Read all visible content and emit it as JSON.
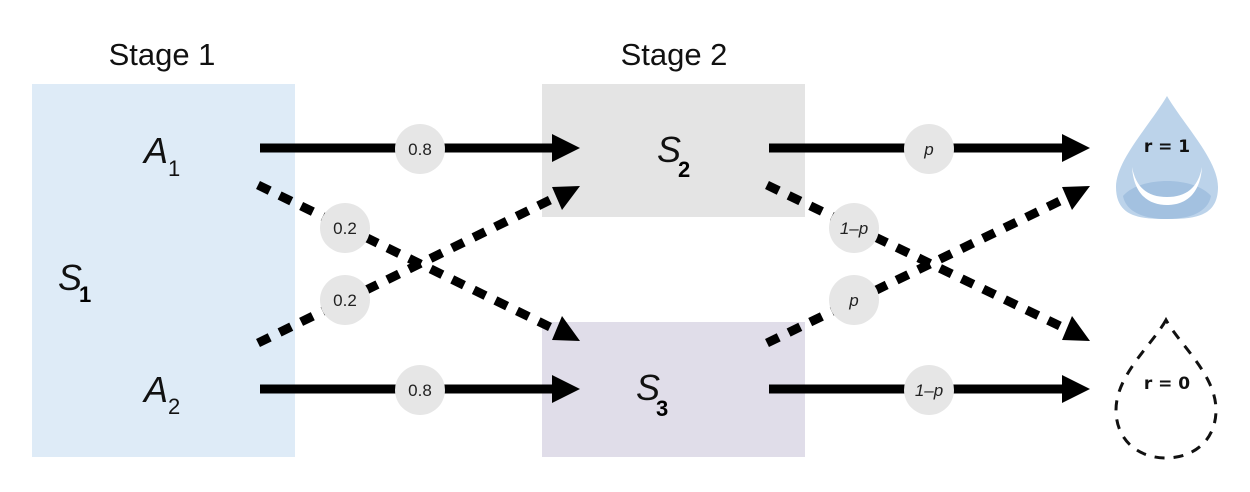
{
  "stages": [
    {
      "title": "Stage 1"
    },
    {
      "title": "Stage 2"
    }
  ],
  "states": {
    "s1": {
      "letter": "S",
      "sub": "1",
      "color": "#deebf7"
    },
    "s2": {
      "letter": "S",
      "sub": "2",
      "color": "#e4e4e4"
    },
    "s3": {
      "letter": "S",
      "sub": "3",
      "color": "#e0dde9"
    }
  },
  "actions": {
    "a1": {
      "letter": "A",
      "sub": "1"
    },
    "a2": {
      "letter": "A",
      "sub": "2"
    }
  },
  "transitions": {
    "a1_to_s2": "0.8",
    "a1_to_s3": "0.2",
    "a2_to_s2": "0.2",
    "a2_to_s3": "0.8",
    "s2_to_r1": "p",
    "s2_to_r0": "1–p",
    "s3_to_r1": "p",
    "s3_to_r0": "1–p"
  },
  "rewards": {
    "reward_1": {
      "label": "r = 1",
      "color": "#bcd3ea",
      "fill_color": "#a3c1e0"
    },
    "reward_0": {
      "label": "r = 0"
    }
  }
}
